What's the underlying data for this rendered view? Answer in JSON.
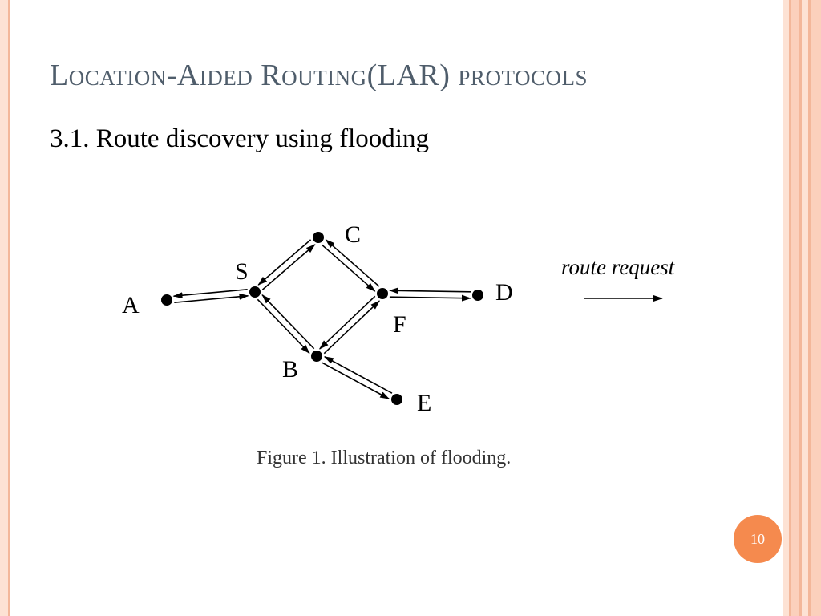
{
  "slide": {
    "title": "Location-Aided Routing(LAR) protocols",
    "subtitle": "3.1.  Route discovery using flooding",
    "page_number": "10",
    "colors": {
      "title": "#4f5d6b",
      "accent": "#f58a4e",
      "border": "#f3b79a"
    }
  },
  "figure": {
    "caption": "Figure 1.  Illustration of flooding.",
    "legend_label": "route request",
    "nodes": [
      {
        "id": "A",
        "label": "A"
      },
      {
        "id": "S",
        "label": "S"
      },
      {
        "id": "C",
        "label": "C"
      },
      {
        "id": "F",
        "label": "F"
      },
      {
        "id": "D",
        "label": "D"
      },
      {
        "id": "B",
        "label": "B"
      },
      {
        "id": "E",
        "label": "E"
      }
    ],
    "edges": [
      {
        "from": "S",
        "to": "A"
      },
      {
        "from": "A",
        "to": "S"
      },
      {
        "from": "S",
        "to": "C"
      },
      {
        "from": "C",
        "to": "S"
      },
      {
        "from": "S",
        "to": "B"
      },
      {
        "from": "B",
        "to": "S"
      },
      {
        "from": "C",
        "to": "F"
      },
      {
        "from": "F",
        "to": "C"
      },
      {
        "from": "F",
        "to": "B"
      },
      {
        "from": "B",
        "to": "F"
      },
      {
        "from": "F",
        "to": "D"
      },
      {
        "from": "D",
        "to": "F"
      },
      {
        "from": "B",
        "to": "E"
      },
      {
        "from": "E",
        "to": "B"
      }
    ]
  }
}
